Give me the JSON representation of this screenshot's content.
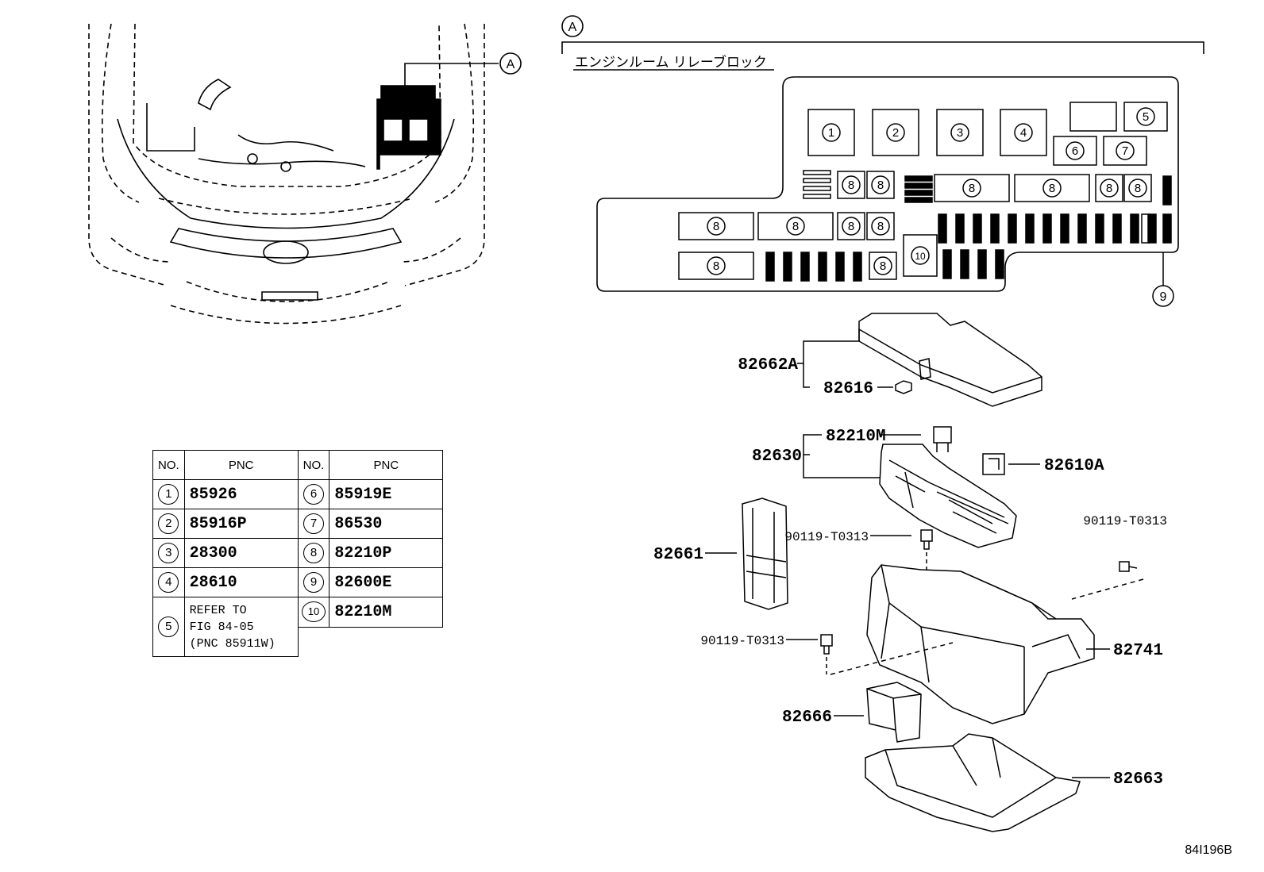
{
  "callout_a": "A",
  "section_title": "エンジンルーム リレーブロック",
  "relay_block": {
    "slots_top": [
      "1",
      "2",
      "3",
      "4",
      "5",
      "6",
      "7"
    ],
    "slot_8": "8",
    "slot_9": "9",
    "slot_10": "10"
  },
  "parts": {
    "cover": "82662A",
    "clip": "82616",
    "block_assembly": "82630",
    "relay_upper": "82210M",
    "relay_side": "82610A",
    "bolt": "90119-T0313",
    "side_cover": "82661",
    "box": "82741",
    "bracket_small": "82666",
    "lower_tray": "82663"
  },
  "table": {
    "headers": {
      "no": "NO.",
      "pnc": "PNC"
    },
    "left": [
      {
        "no": "1",
        "pnc": "85926"
      },
      {
        "no": "2",
        "pnc": "85916P"
      },
      {
        "no": "3",
        "pnc": "28300"
      },
      {
        "no": "4",
        "pnc": "28610"
      },
      {
        "no": "5",
        "note1": "REFER TO",
        "note2": "FIG 84-05",
        "note3": "(PNC 85911W)"
      }
    ],
    "right": [
      {
        "no": "6",
        "pnc": "85919E"
      },
      {
        "no": "7",
        "pnc": "86530"
      },
      {
        "no": "8",
        "pnc": "82210P"
      },
      {
        "no": "9",
        "pnc": "82600E"
      },
      {
        "no": "10",
        "pnc": "82210M"
      }
    ]
  },
  "figure_code": "84I196B"
}
